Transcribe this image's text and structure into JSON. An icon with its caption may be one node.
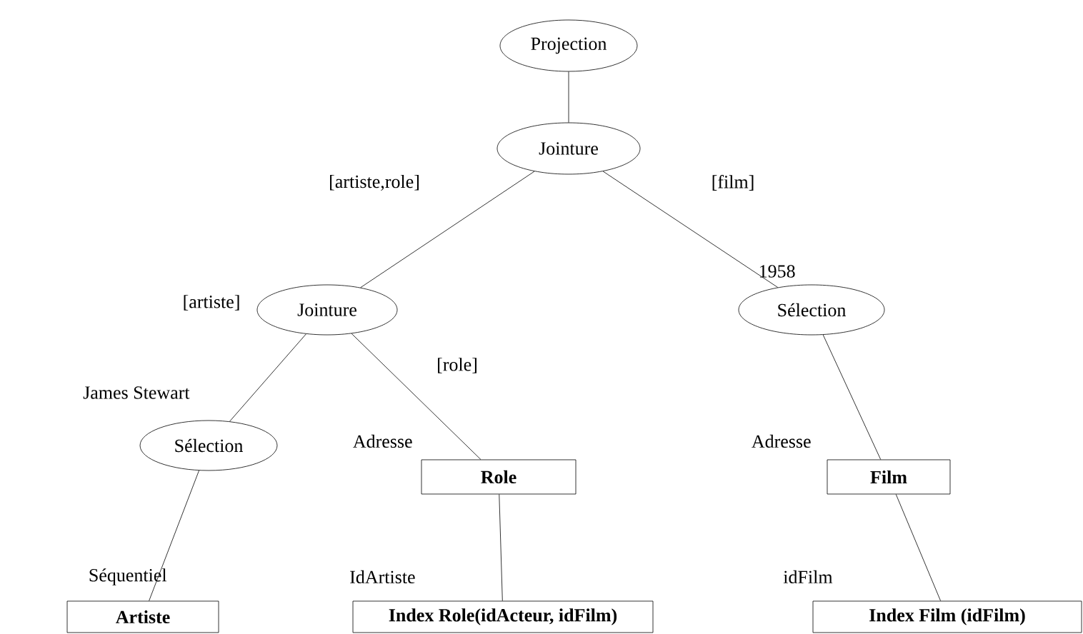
{
  "diagram": {
    "nodes": [
      {
        "text": [
          "Projection"
        ]
      },
      {
        "text": [
          "Jointure"
        ]
      },
      {
        "text": [
          "Jointure"
        ]
      },
      {
        "text": [
          "Sélection"
        ],
        "beside": [
          "1958"
        ]
      },
      {
        "text": [
          "Sélection"
        ],
        "beside": [
          "James Stewart"
        ]
      },
      {
        "text": [
          "Role"
        ],
        "beside": [
          "Adresse"
        ]
      },
      {
        "text": [
          "Film"
        ],
        "beside": [
          "Adresse"
        ]
      },
      {
        "text": [
          "Artiste"
        ],
        "beside": [
          "Séquentiel"
        ]
      },
      {
        "text": [
          "Index Role(idActeur, idFilm)"
        ],
        "beside": [
          "IdArtiste"
        ]
      },
      {
        "text": [
          "Index Film (idFilm)"
        ],
        "beside": [
          "idFilm"
        ]
      }
    ],
    "edges": [
      {
        "from": 0,
        "to": 1,
        "arrow": "none"
      },
      {
        "from": 1,
        "to": 2,
        "arrow": "none",
        "label": "[artiste,role]"
      },
      {
        "from": 1,
        "to": 3,
        "arrow": "none",
        "label": "[film]"
      },
      {
        "from": 2,
        "to": 4,
        "arrow": "none",
        "label": "[artiste]"
      },
      {
        "from": 2,
        "to": 5,
        "arrow": "none",
        "label": "[role]"
      },
      {
        "from": 3,
        "to": 6,
        "arrow": "none"
      },
      {
        "from": 4,
        "to": 7,
        "arrow": "none"
      },
      {
        "from": 5,
        "to": 8,
        "arrow": "none"
      },
      {
        "from": 6,
        "to": 9,
        "arrow": "none"
      }
    ]
  }
}
